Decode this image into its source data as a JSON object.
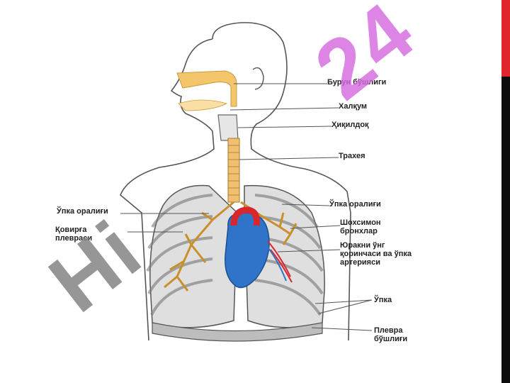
{
  "labels": [
    {
      "id": "nasal-cavity",
      "text": "Бурун бўшлиги",
      "side": "right"
    },
    {
      "id": "pharynx",
      "text": "Халқум",
      "side": "right"
    },
    {
      "id": "larynx",
      "text": "Ҳиқилдоқ",
      "side": "right"
    },
    {
      "id": "trachea",
      "text": "Трахея",
      "side": "right"
    },
    {
      "id": "pleural-space-left",
      "text": "Ўпка оралиғи",
      "side": "left"
    },
    {
      "id": "costal-pleura",
      "text": "Қовирға\nплевраси",
      "side": "left"
    },
    {
      "id": "pleural-space-right",
      "text": "Ўпка оралиғи",
      "side": "right"
    },
    {
      "id": "bronchial-tree",
      "text": "Шохсимон\nбронхлар",
      "side": "right"
    },
    {
      "id": "right-ventricle-artery",
      "text": "Юракни ўнг\nқоринчаси ва ўпка\nартерияси",
      "side": "right"
    },
    {
      "id": "lung",
      "text": "Ўпка",
      "side": "right"
    },
    {
      "id": "pleural-cavity",
      "text": "Плевра\nбўшлиғи",
      "side": "right"
    }
  ],
  "watermark": {
    "part1": "Hi",
    "part2": "24"
  },
  "colors": {
    "accent_red": "#e0262b",
    "accent_black": "#0d0d0d",
    "airway": "#f4c56a",
    "heart_blue": "#2f74c9",
    "heart_red": "#d8262c",
    "lung_fill": "#dfdfdf",
    "outline": "#555555"
  }
}
